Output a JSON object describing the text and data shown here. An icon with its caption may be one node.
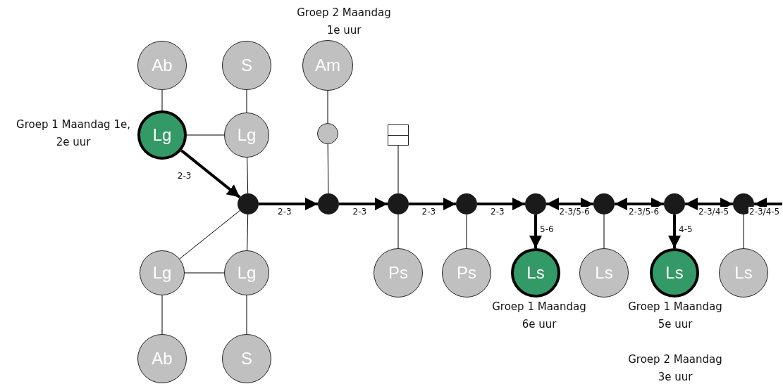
{
  "diagram": {
    "nodes": [
      {
        "text": [
          "Ab"
        ]
      },
      {
        "text": [
          "S"
        ]
      },
      {
        "text": [
          "Am"
        ],
        "beside": [
          "Groep 2 Maandag 1e uur"
        ]
      },
      {
        "text": [
          "Lg"
        ],
        "beside": [
          "Groep 1 Maandag 1e, 2e uur"
        ]
      },
      {
        "text": [
          "Lg"
        ]
      },
      {
        "text": [],
        "shape": "circle"
      },
      {
        "text": [],
        "shape": "box"
      },
      {
        "text": [],
        "shape": "circle"
      },
      {
        "text": [],
        "shape": "circle"
      },
      {
        "text": [],
        "shape": "circle"
      },
      {
        "text": [],
        "shape": "circle"
      },
      {
        "text": [],
        "shape": "circle"
      },
      {
        "text": [],
        "shape": "circle"
      },
      {
        "text": [],
        "shape": "circle"
      },
      {
        "text": [],
        "shape": "circle"
      },
      {
        "text": [
          "Lg"
        ]
      },
      {
        "text": [
          "Lg"
        ]
      },
      {
        "text": [
          "Ps"
        ]
      },
      {
        "text": [
          "Ps"
        ]
      },
      {
        "text": [
          "Ls"
        ],
        "beside": [
          "Groep 1 Maandag 6e uur"
        ]
      },
      {
        "text": [
          "Ls"
        ]
      },
      {
        "text": [
          "Ls"
        ],
        "beside": [
          "Groep 1 Maandag 5e uur",
          "Groep 2 Maandag 3e uur"
        ]
      },
      {
        "text": [
          "Ls"
        ]
      },
      {
        "text": [
          "Ab"
        ]
      },
      {
        "text": [
          "S"
        ]
      }
    ],
    "edges": [
      {
        "from": 0,
        "to": 3,
        "arrow": "none"
      },
      {
        "from": 1,
        "to": 4,
        "arrow": "none"
      },
      {
        "from": 3,
        "to": 4,
        "arrow": "none"
      },
      {
        "from": 2,
        "to": 5,
        "arrow": "none"
      },
      {
        "from": 5,
        "to": 8,
        "arrow": "none"
      },
      {
        "from": 4,
        "to": 7,
        "arrow": "none"
      },
      {
        "from": 6,
        "to": 9,
        "arrow": "none"
      },
      {
        "from": 3,
        "to": 7,
        "arrow": "to",
        "label": "2-3",
        "style": "thick"
      },
      {
        "from": 7,
        "to": 8,
        "arrow": "to",
        "label": "2-3",
        "style": "thick"
      },
      {
        "from": 8,
        "to": 9,
        "arrow": "to",
        "label": "2-3",
        "style": "thick"
      },
      {
        "from": 9,
        "to": 10,
        "arrow": "to",
        "label": "2-3",
        "style": "thick"
      },
      {
        "from": 10,
        "to": 11,
        "arrow": "to",
        "label": "2-3",
        "style": "thick"
      },
      {
        "from": 11,
        "to": 12,
        "arrow": "both",
        "label": "2-3/5-6",
        "style": "thick"
      },
      {
        "from": 12,
        "to": 13,
        "arrow": "both",
        "label": "2-3/5-6",
        "style": "thick"
      },
      {
        "from": 13,
        "to": 14,
        "arrow": "both",
        "label": "2-3/4-5",
        "style": "thick"
      },
      {
        "from": null,
        "to": 14,
        "arrow": "to",
        "label": "2-3/4-5",
        "style": "thick"
      },
      {
        "from": 11,
        "to": 19,
        "arrow": "to",
        "label": "5-6",
        "style": "thick"
      },
      {
        "from": 13,
        "to": 21,
        "arrow": "to",
        "label": "4-5",
        "style": "thick"
      },
      {
        "from": 7,
        "to": 15,
        "arrow": "none"
      },
      {
        "from": 7,
        "to": 16,
        "arrow": "none"
      },
      {
        "from": 15,
        "to": 16,
        "arrow": "none"
      },
      {
        "from": 9,
        "to": 17,
        "arrow": "none"
      },
      {
        "from": 10,
        "to": 18,
        "arrow": "none"
      },
      {
        "from": 12,
        "to": 20,
        "arrow": "none"
      },
      {
        "from": 14,
        "to": 22,
        "arrow": "none"
      },
      {
        "from": 15,
        "to": 23,
        "arrow": "none"
      },
      {
        "from": 16,
        "to": 24,
        "arrow": "none"
      }
    ]
  }
}
